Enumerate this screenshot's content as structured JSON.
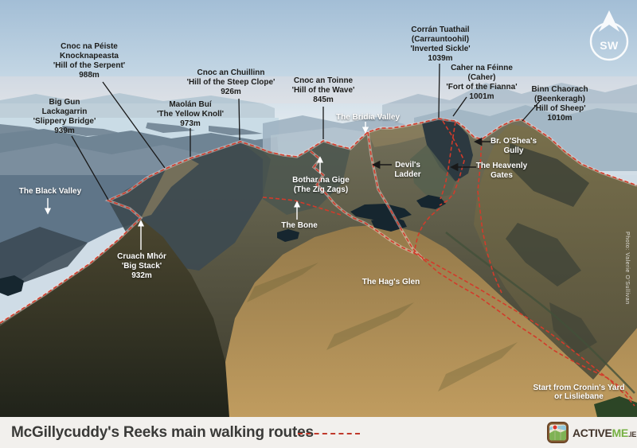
{
  "compass": {
    "label": "SW"
  },
  "photo_credit": "Photo: Valerie O'Sullivan",
  "peaks": {
    "cnoc_na_peiste": {
      "name": "Cnoc na Péiste",
      "alt": "Knocknapeasta",
      "meaning": "'Hill of the Serpent'",
      "height": "988m"
    },
    "big_gun": {
      "name": "Big Gun",
      "alt": "Lackagarrin",
      "meaning": "'Slippery Bridge'",
      "height": "939m"
    },
    "maolan_bui": {
      "name": "Maolán Buí",
      "meaning": "'The Yellow Knoll'",
      "height": "973m"
    },
    "cnoc_an_chuillinn": {
      "name": "Cnoc an Chuillinn",
      "meaning": "'Hill of the Steep Clope'",
      "height": "926m"
    },
    "cnoc_an_toinne": {
      "name": "Cnoc an Toinne",
      "meaning": "'Hill of the Wave'",
      "height": "845m"
    },
    "corran_tuathail": {
      "name": "Corrán Tuathail",
      "alt": "(Carrauntoohil)",
      "meaning": "'Inverted Sickle'",
      "height": "1039m"
    },
    "caher_na_feinne": {
      "name": "Caher na Féinne",
      "alt": "(Caher)",
      "meaning": "'Fort of the Fianna'",
      "height": "1001m"
    },
    "binn_chaorach": {
      "name": "Binn Chaorach",
      "alt": "(Beenkeragh)",
      "meaning": "'Hill of Sheep'",
      "height": "1010m"
    },
    "cruach_mhor": {
      "name": "Cruach Mhór",
      "meaning": "'Big Stack'",
      "height": "932m"
    }
  },
  "features": {
    "bridia_valley": "The Bridia Valley",
    "osheas_gully_line1": "Br. O'Shea's",
    "osheas_gully_line2": "Gully",
    "devils_ladder_line1": "Devil's",
    "devils_ladder_line2": "Ladder",
    "heavenly_gates_line1": "The Heavenly",
    "heavenly_gates_line2": "Gates",
    "bothar_na_gige_line1": "Bothar na Gige",
    "bothar_na_gige_line2": "(The Zig Zags)",
    "the_bone": "The Bone",
    "black_valley": "The Black Valley",
    "hags_glen": "The Hag's Glen",
    "start_line1": "Start from Cronin's Yard",
    "start_line2": "or Lisliebane"
  },
  "footer": {
    "title": "McGillycuddy's Reeks main walking routes",
    "logo_active": "ACTIVE",
    "logo_me": "ME",
    "logo_ie": ".IE"
  },
  "colors": {
    "route_red": "#d23b2b",
    "accent_red": "#c0392b",
    "logo_green": "#76b043"
  }
}
